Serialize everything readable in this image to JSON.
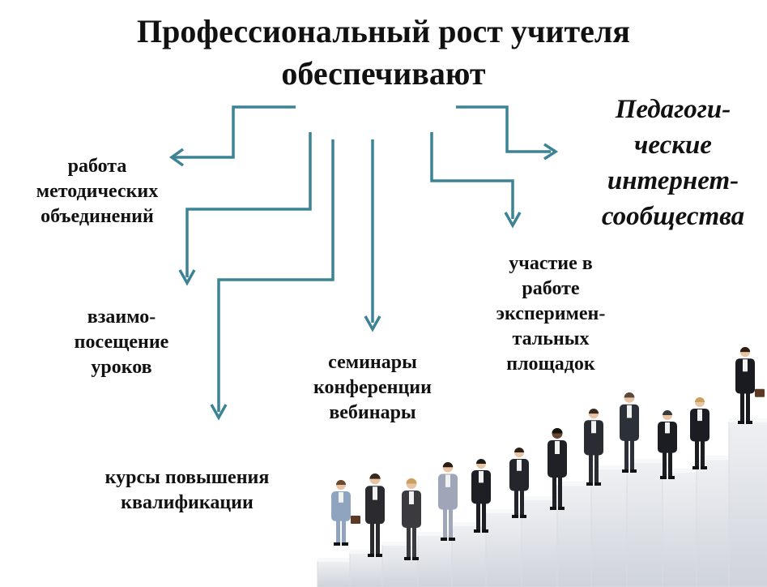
{
  "title": {
    "line1": "Профессиональный рост учителя",
    "line2": "обеспечивают"
  },
  "branches": {
    "methodical": [
      "работа",
      "методических",
      "объединений"
    ],
    "visits": [
      "взаимо-",
      "посещение",
      "уроков"
    ],
    "courses": [
      "курсы повышения",
      "квалификации"
    ],
    "seminars": [
      "семинары",
      "конференции",
      "вебинары"
    ],
    "experimental": [
      "участие в",
      "работе",
      "эксперимен-",
      "тальных",
      "площадок"
    ],
    "internet": [
      "Педагоги-",
      "ческие",
      "интернет-",
      "сообщества"
    ]
  },
  "colors": {
    "arrow": "#3c8396",
    "text": "#111111"
  }
}
